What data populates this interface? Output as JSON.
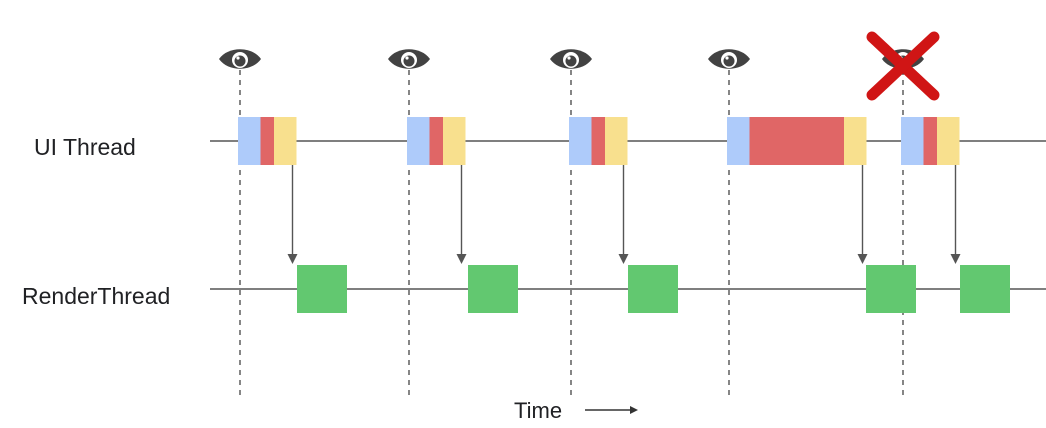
{
  "threads": {
    "ui_label": "UI Thread",
    "render_label": "RenderThread"
  },
  "axis": {
    "time_label": "Time"
  },
  "colors": {
    "input": "#aecbfa",
    "animation": "#e06666",
    "layout": "#f8e08e",
    "render": "#62c870",
    "line": "#555555",
    "dashed": "#444444",
    "cross": "#d01515",
    "eye": "#424242"
  },
  "vsync": [
    {
      "id": "vsync-1",
      "dropped": false
    },
    {
      "id": "vsync-2",
      "dropped": false
    },
    {
      "id": "vsync-3",
      "dropped": false
    },
    {
      "id": "vsync-4",
      "dropped": false
    },
    {
      "id": "vsync-5",
      "dropped": true
    }
  ],
  "frames": [
    {
      "id": "frame-1",
      "input": 1,
      "animation": 0.6,
      "layout": 1,
      "render": 2.2
    },
    {
      "id": "frame-2",
      "input": 1,
      "animation": 0.6,
      "layout": 1,
      "render": 2.2
    },
    {
      "id": "frame-3",
      "input": 1,
      "animation": 0.6,
      "layout": 1,
      "render": 2.2
    },
    {
      "id": "frame-4",
      "input": 1,
      "animation": 4.2,
      "layout": 1,
      "render": 2.2
    },
    {
      "id": "frame-5",
      "input": 1,
      "animation": 0.6,
      "layout": 1,
      "render": 2.2
    }
  ]
}
